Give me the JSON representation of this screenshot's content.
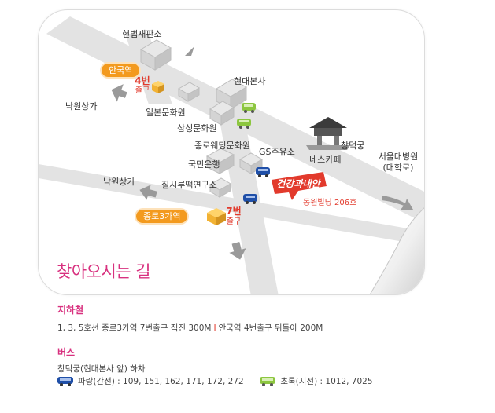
{
  "map": {
    "places": {
      "court": "헌법재판소",
      "anguk_station": "안국역",
      "hyundai_hq": "현대본사",
      "nakwon_top": "낙원상가",
      "ilbon_munhwa": "일본문화원",
      "samsung_munhwa": "삼성문화원",
      "changdeokgung": "창덕궁",
      "jongro_wedding": "종로웨딩문화원",
      "gs_gas": "GS주유소",
      "kookmin_bank": "국민은행",
      "nes_cafe": "네스카페",
      "seoul_hospital": "서울대병원",
      "seoul_hospital_sub": "(대학로)",
      "nakwon_bottom": "낙원상가",
      "sirutteok": "질시루떡연구소",
      "jongro3_station": "종로3가역"
    },
    "exits": {
      "anguk_num": "4번",
      "anguk_sub": "출구",
      "jongro3_num": "7번",
      "jongro3_sub": "출구"
    },
    "destination": {
      "logo_text": "건강과내안",
      "building": "동원빌딩 206호"
    },
    "colors": {
      "road": "#e3e3e3",
      "station": "#f39a1e",
      "accent": "#d8317f",
      "exit_red": "#e23a2c",
      "bus_blue": "#1f4fa8",
      "bus_green": "#8cc63f"
    },
    "title": "찾아오시는 길"
  },
  "subway": {
    "title": "지하철",
    "route_1": "1, 3, 5호선 종로3가역 7번출구 직진 300M",
    "separator": "I",
    "route_2": "안국역 4번출구 뒤돌아 200M"
  },
  "bus": {
    "title": "버스",
    "stop": "창덕궁(현대본사 앞) 하차",
    "blue_label": "파랑(간선) : 109, 151, 162, 171, 172, 272",
    "green_label": "초록(지선) : 1012, 7025",
    "blue_icon": "blue-bus-icon",
    "green_icon": "green-bus-icon"
  }
}
